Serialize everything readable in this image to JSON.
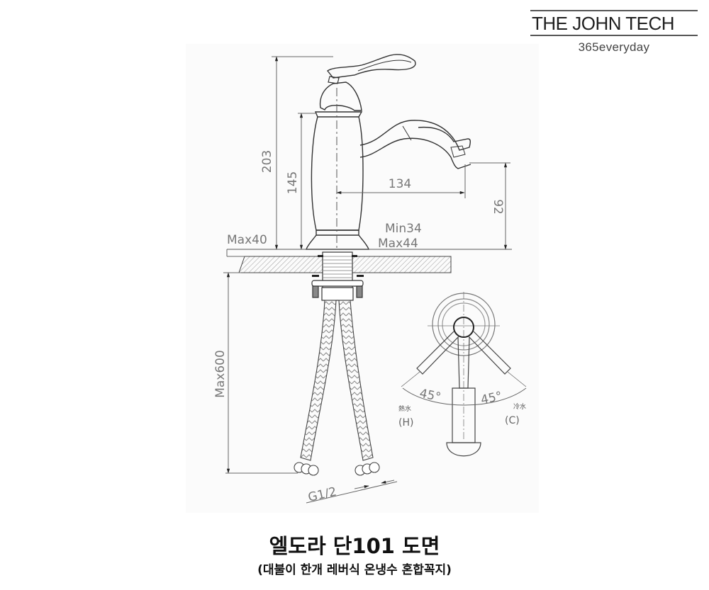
{
  "brand": {
    "name": "THE JOHN TECH",
    "tagline": "365everyday"
  },
  "drawing": {
    "dimensions": {
      "total_height": "203",
      "body_height": "145",
      "spout_reach": "134",
      "spout_height": "92",
      "hole_min": "Min34",
      "hole_max": "Max44",
      "deck_thickness_max": "Max40",
      "hose_length_max": "Max600",
      "thread": "G1/2"
    },
    "top_view": {
      "angle_left": "45°",
      "angle_right": "45°",
      "hot_label_cn": "熱水",
      "hot_label": "(H)",
      "cold_label_cn": "冷水",
      "cold_label": "(C)"
    },
    "colors": {
      "line": "#333333",
      "dimension": "#777777",
      "panel": "#fbfbfb"
    }
  },
  "caption": {
    "title": "엘도라 단101 도면",
    "subtitle": "(대불이 한개 레버식 온냉수 혼합꼭지)"
  }
}
